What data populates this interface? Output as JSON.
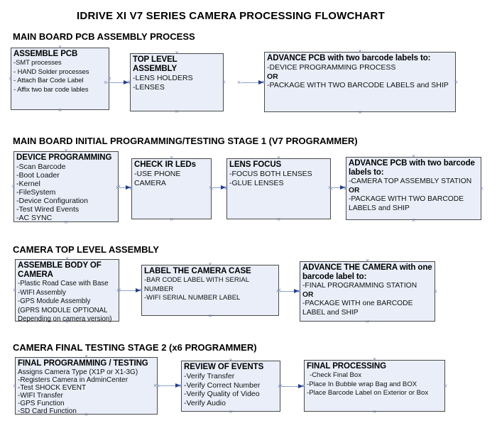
{
  "title": "IDRIVE XI V7 SERIES CAMERA PROCESSING FLOWCHART",
  "colors": {
    "box_fill": "#e9eef8",
    "box_border": "#4a4a4a",
    "connector_line": "#8da3cc",
    "arrowhead": "#1d3d97",
    "anchor": "#7b86ad"
  },
  "icons": {
    "anchor_glyph": "×"
  },
  "sections": [
    {
      "heading": "MAIN BOARD PCB ASSEMBLY PROCESS",
      "boxes": [
        {
          "title": "ASSEMBLE PCB",
          "lines": [
            "-SMT processes",
            "- HAND Solder processes",
            "- Attach Bar Code Label",
            "- Affix two bar code lables"
          ]
        },
        {
          "title": "TOP LEVEL ASSEMBLY",
          "lines": [
            "-LENS HOLDERS",
            "-LENSES"
          ]
        },
        {
          "title": "ADVANCE PCB with two barcode labels to:",
          "lines": [
            "-DEVICE PROGRAMMING PROCESS",
            "OR",
            "-PACKAGE WITH TWO BARCODE LABELS and SHIP"
          ]
        }
      ]
    },
    {
      "heading": "MAIN BOARD INITIAL PROGRAMMING/TESTING STAGE 1 (V7 PROGRAMMER)",
      "boxes": [
        {
          "title": "DEVICE PROGRAMMING",
          "lines": [
            "-Scan Barcode",
            "-Boot Loader",
            "-Kernel",
            "-FileSystem",
            "-Device Configuration",
            "-Test Wired Events",
            "-AC SYNC"
          ]
        },
        {
          "title": "CHECK IR LEDs",
          "lines": [
            "-USE PHONE CAMERA"
          ]
        },
        {
          "title": "LENS FOCUS",
          "lines": [
            "-FOCUS BOTH LENSES",
            "-GLUE LENSES"
          ]
        },
        {
          "title": "ADVANCE PCB with two barcode labels to:",
          "lines": [
            "-CAMERA TOP ASSEMBLY STATION",
            "OR",
            "-PACKAGE WITH TWO BARCODE LABELS and SHIP"
          ]
        }
      ]
    },
    {
      "heading": "CAMERA TOP LEVEL ASSEMBLY",
      "boxes": [
        {
          "title": "ASSEMBLE BODY OF CAMERA",
          "lines": [
            "-Plastic Road Case with Base",
            "-WIFI Assembly",
            "-GPS Module Assembly",
            "(GPRS MODULE OPTIONAL",
            "Depending on camera version)"
          ]
        },
        {
          "title": "LABEL THE CAMERA CASE",
          "lines": [
            "-BAR CODE LABEL WITH SERIAL NUMBER",
            "-WIFI SERIAL NUMBER LABEL"
          ]
        },
        {
          "title": "ADVANCE THE CAMERA with one barcode label to:",
          "lines": [
            "-FINAL PROGRAMMING STATION",
            "OR",
            "-PACKAGE WITH one BARCODE LABEL and SHIP"
          ]
        }
      ]
    },
    {
      "heading": "CAMERA FINAL TESTING STAGE 2 (x6 PROGRAMMER)",
      "boxes": [
        {
          "title": "FINAL PROGRAMMING / TESTING",
          "lines": [
            "Assigns Camera Type (X1P or X1-3G)",
            "-Registers Camera in AdminCenter",
            "-Test SHOCK EVENT",
            "-WIFI Transfer",
            "-GPS Function",
            "-SD Card Function"
          ]
        },
        {
          "title": "REVIEW OF EVENTS",
          "lines": [
            "-Verify Transfer",
            "-Verify Correct Number",
            "-Verify Quality of Video",
            "-Verify Audio"
          ]
        },
        {
          "title": "FINAL PROCESSING",
          "lines": [
            "-Check Final Box",
            "-Place In Bubble wrap Bag and BOX",
            "-Place Barcode Label on Exterior or Box"
          ]
        }
      ]
    }
  ]
}
